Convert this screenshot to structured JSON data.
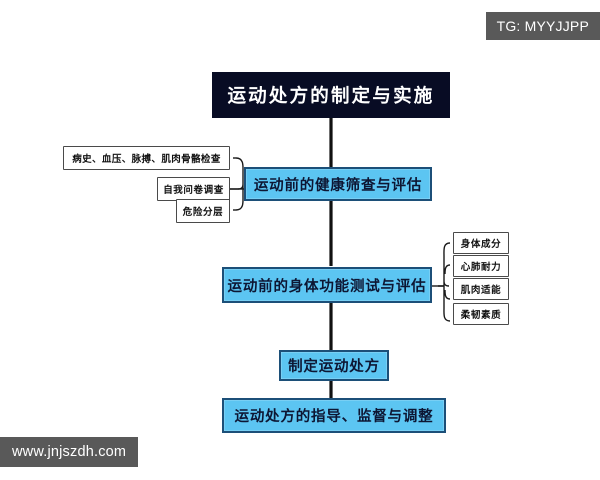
{
  "watermarks": {
    "top_right": "TG: MYYJJPP",
    "bottom_left": "www.jnjszdh.com"
  },
  "colors": {
    "background": "#ffffff",
    "root_fill": "#080c24",
    "root_text": "#ffffff",
    "stage_fill": "#5cc5f2",
    "stage_border": "#1c4f78",
    "stage_text": "#0d1633",
    "leaf_fill": "#ffffff",
    "leaf_border": "#4a4a4a",
    "leaf_text": "#111111",
    "connector": "#111111",
    "watermark_fill": "#595959",
    "watermark_text": "#ffffff"
  },
  "diagram": {
    "type": "flowchart",
    "orientation": "top-to-bottom",
    "root": {
      "label": "运动处方的制定与实施"
    },
    "stages": [
      {
        "id": "stage-1",
        "label": "运动前的健康筛查与评估",
        "branch_side": "left",
        "branch_items": [
          {
            "label": "病史、血压、脉搏、肌肉骨骼检查"
          },
          {
            "label": "自我问卷调查"
          },
          {
            "label": "危险分层"
          }
        ]
      },
      {
        "id": "stage-2",
        "label": "运动前的身体功能测试与评估",
        "branch_side": "right",
        "branch_items": [
          {
            "label": "身体成分"
          },
          {
            "label": "心肺耐力"
          },
          {
            "label": "肌肉适能"
          },
          {
            "label": "柔韧素质"
          }
        ]
      },
      {
        "id": "stage-3",
        "label": "制定运动处方",
        "branch_side": "none",
        "branch_items": []
      },
      {
        "id": "stage-4",
        "label": "运动处方的指导、监督与调整",
        "branch_side": "none",
        "branch_items": []
      }
    ]
  }
}
